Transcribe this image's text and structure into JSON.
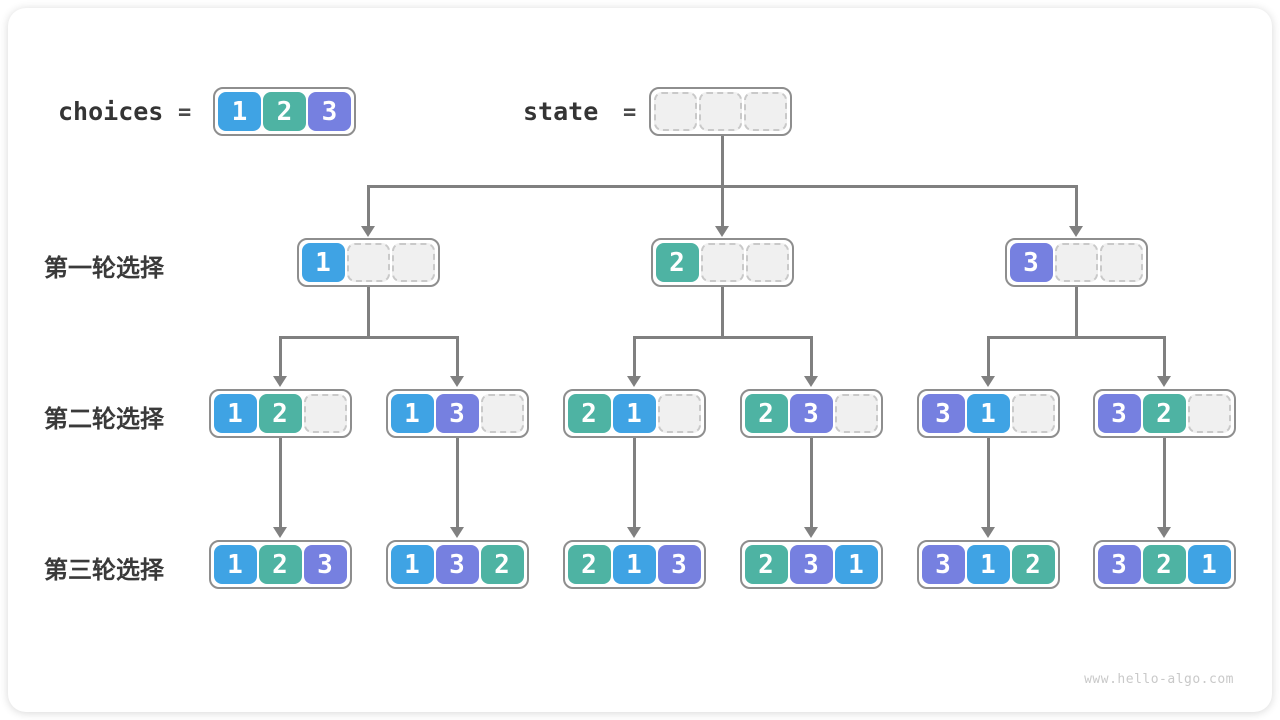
{
  "legend": {
    "choices_label": "choices",
    "choices_equals": "=",
    "choices_values": [
      "1",
      "2",
      "3"
    ],
    "state_label": "state",
    "state_equals": "=",
    "state_values": [
      "",
      "",
      ""
    ]
  },
  "row_labels": [
    "第一轮选择",
    "第二轮选择",
    "第三轮选择"
  ],
  "tree": {
    "round_1": [
      [
        "1",
        "",
        ""
      ],
      [
        "2",
        "",
        ""
      ],
      [
        "3",
        "",
        ""
      ]
    ],
    "round_2": [
      [
        "1",
        "2",
        ""
      ],
      [
        "1",
        "3",
        ""
      ],
      [
        "2",
        "1",
        ""
      ],
      [
        "2",
        "3",
        ""
      ],
      [
        "3",
        "1",
        ""
      ],
      [
        "3",
        "2",
        ""
      ]
    ],
    "round_3": [
      [
        "1",
        "2",
        "3"
      ],
      [
        "1",
        "3",
        "2"
      ],
      [
        "2",
        "1",
        "3"
      ],
      [
        "2",
        "3",
        "1"
      ],
      [
        "3",
        "1",
        "2"
      ],
      [
        "3",
        "2",
        "1"
      ]
    ]
  },
  "colors": {
    "choice_1": "#3FA3E4",
    "choice_2": "#4EB3A3",
    "choice_3": "#7680E0",
    "empty_slot_fill": "#F0F0F0",
    "empty_slot_border": "#C9C9C9",
    "node_border": "#8E8E8E",
    "arrow": "#808080"
  },
  "watermark": "www.hello-algo.com"
}
